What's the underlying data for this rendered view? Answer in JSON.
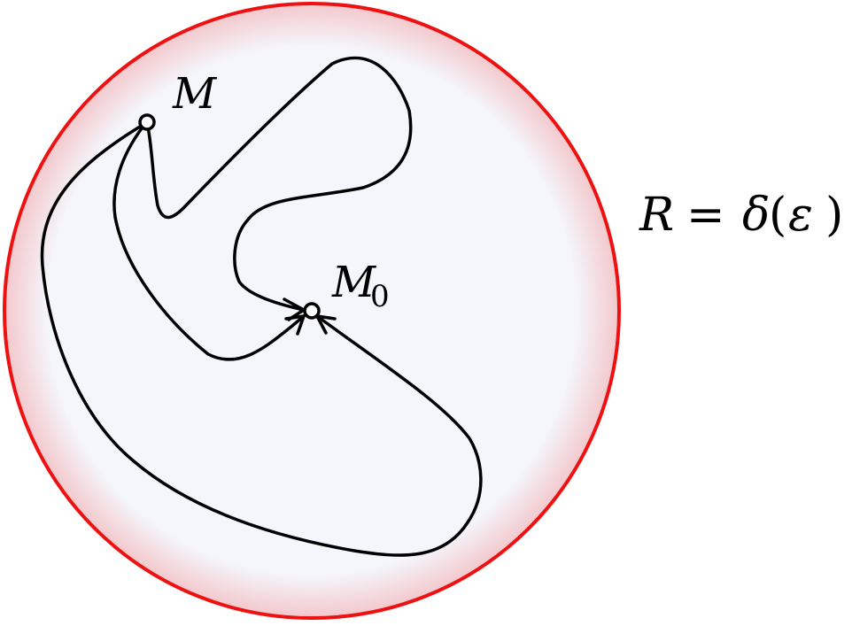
{
  "labels": {
    "point_m": "M",
    "point_m0_base": "M",
    "point_m0_sub": "0",
    "radius_lhs": "R",
    "radius_eq": "=",
    "radius_delta": "δ",
    "radius_open": "(",
    "radius_eps": "ε",
    "radius_close": ")"
  },
  "colors": {
    "circle_stroke": "#ee1111",
    "circle_fill_center": "#f4f6fb",
    "circle_fill_edge": "#f3c8cc",
    "path_stroke": "#000000",
    "point_fill": "#ffffff"
  }
}
